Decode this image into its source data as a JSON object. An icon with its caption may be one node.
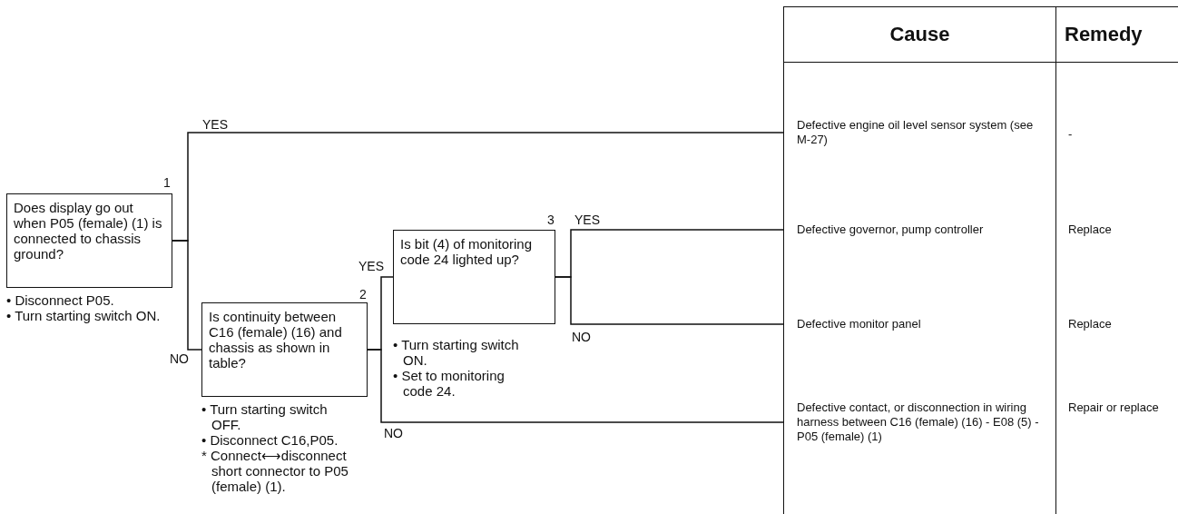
{
  "diagram": {
    "nodes": [
      {
        "text": [
          "Does display go out when P05 (female) (1) is connected to chassis ground?"
        ],
        "beside": [
          "1",
          "• Disconnect P05.",
          "• Turn starting switch ON."
        ]
      },
      {
        "text": [
          "Is continuity between C16 (female) (16) and chassis as shown in table?"
        ],
        "beside": [
          "2",
          "• Turn starting switch OFF.",
          "• Disconnect C16,P05.",
          "* Connect⟷disconnect short connector to P05 (female) (1)."
        ]
      },
      {
        "text": [
          "Is bit (4) of monitoring code 24 lighted up?"
        ],
        "beside": [
          "3",
          "• Turn starting switch ON.",
          "• Set to monitoring code 24."
        ]
      },
      {
        "text": [
          "Defective engine oil level sensor system (see M-27)"
        ]
      },
      {
        "text": [
          "Defective governor, pump controller"
        ]
      },
      {
        "text": [
          "Defective monitor panel"
        ]
      },
      {
        "text": [
          "Defective contact, or disconnection in wiring harness between C16 (female) (16) - E08 (5) - P05 (female) (1)"
        ]
      }
    ],
    "edges": [
      {
        "from": 0,
        "to": 3,
        "arrow": "none",
        "label": "YES"
      },
      {
        "from": 0,
        "to": 1,
        "arrow": "none",
        "label": "NO"
      },
      {
        "from": 1,
        "to": 2,
        "arrow": "none",
        "label": "YES"
      },
      {
        "from": 1,
        "to": 6,
        "arrow": "none",
        "label": "NO"
      },
      {
        "from": 2,
        "to": 4,
        "arrow": "none",
        "label": "YES"
      },
      {
        "from": 2,
        "to": 5,
        "arrow": "none",
        "label": "NO"
      }
    ],
    "labels": [
      "Cause",
      "Remedy",
      "-",
      "Replace",
      "Replace",
      "Repair or replace"
    ]
  }
}
